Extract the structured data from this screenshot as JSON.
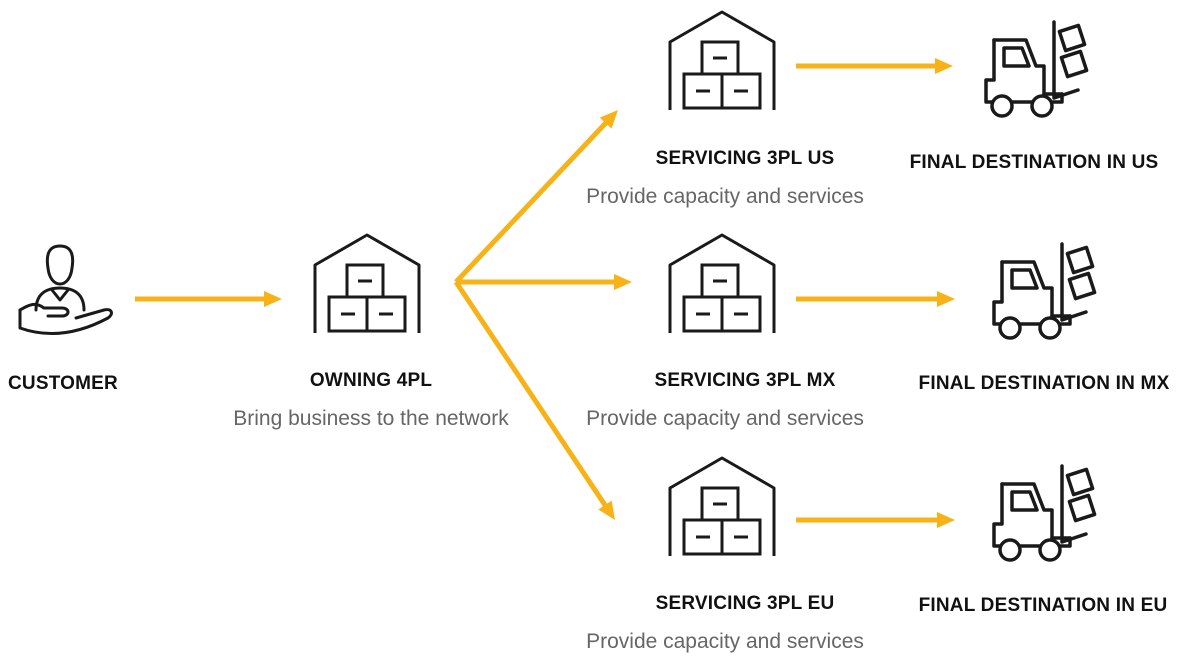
{
  "colors": {
    "arrow": "#F7B218",
    "icon": "#1a1a1a",
    "title_text": "#111111",
    "subtitle_text": "#666666"
  },
  "icons": {
    "customer": "customer-hand-icon",
    "warehouse": "warehouse-icon",
    "forklift": "forklift-icon"
  },
  "customer": {
    "label": "CUSTOMER"
  },
  "owning": {
    "label": "OWNING 4PL",
    "description": "Bring business to the network"
  },
  "servicing": [
    {
      "label": "SERVICING 3PL  US",
      "description": "Provide capacity and services"
    },
    {
      "label": "SERVICING 3PL  MX",
      "description": "Provide capacity and services"
    },
    {
      "label": "SERVICING 3PL  EU",
      "description": "Provide capacity and services"
    }
  ],
  "destinations": [
    {
      "label": "FINAL DESTINATION IN US"
    },
    {
      "label": "FINAL DESTINATION IN  MX"
    },
    {
      "label": "FINAL DESTINATION IN EU"
    }
  ]
}
